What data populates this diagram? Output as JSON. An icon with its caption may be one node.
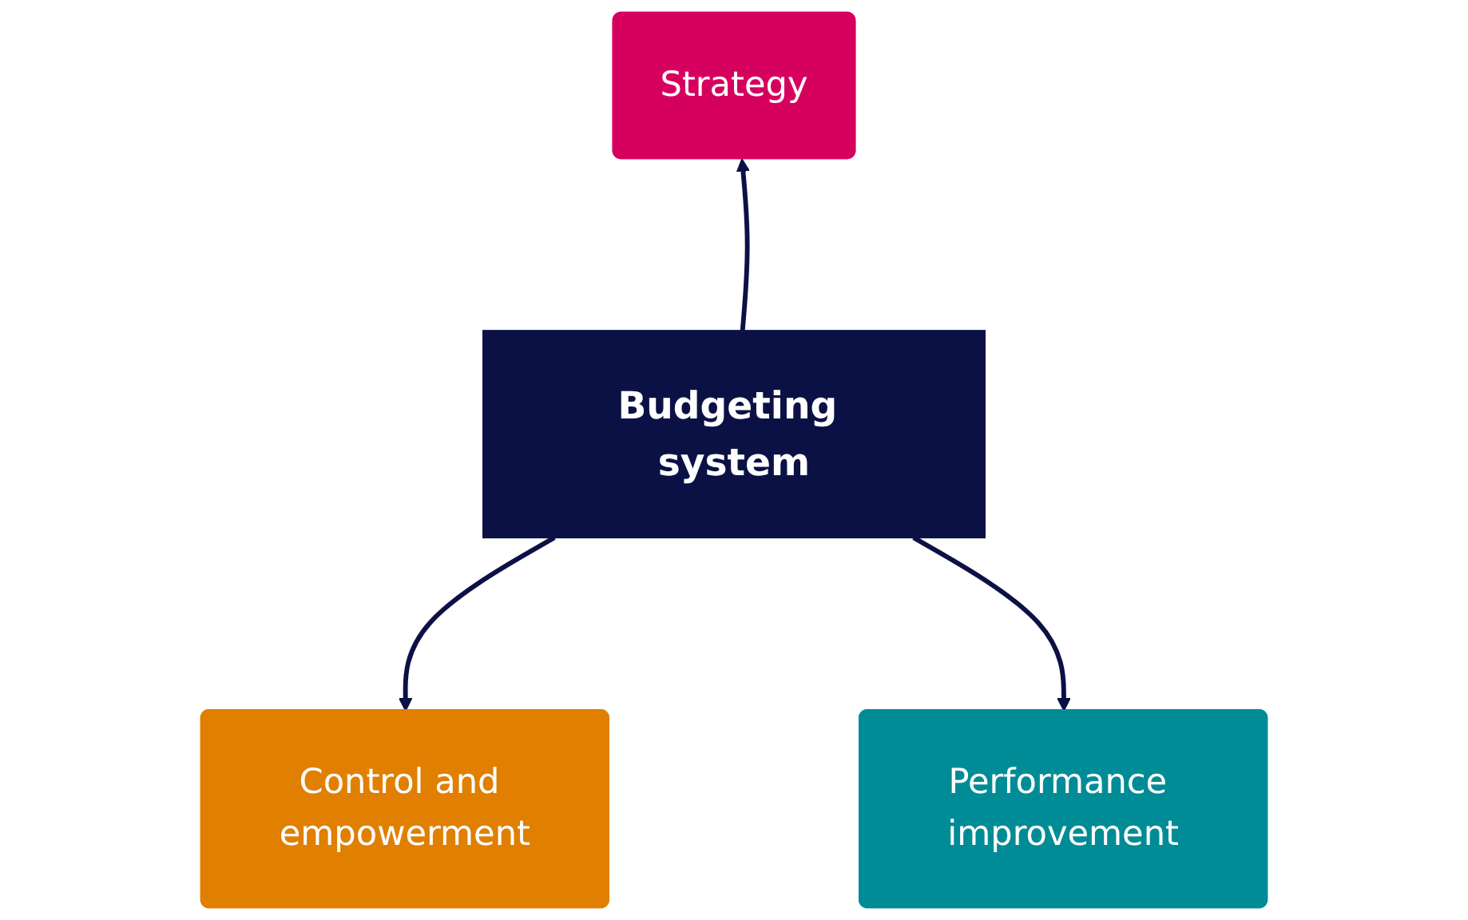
{
  "diagram": {
    "nodes": [
      {
        "text": [
          "Strategy"
        ]
      },
      {
        "text": [
          "Budgeting system"
        ]
      },
      {
        "text": [
          "Control and empowerment"
        ]
      },
      {
        "text": [
          "Performance improvement"
        ]
      }
    ],
    "edges": [
      {
        "from": 1,
        "to": 0,
        "arrow": "to"
      },
      {
        "from": 1,
        "to": 2,
        "arrow": "to"
      },
      {
        "from": 1,
        "to": 3,
        "arrow": "to"
      }
    ]
  }
}
